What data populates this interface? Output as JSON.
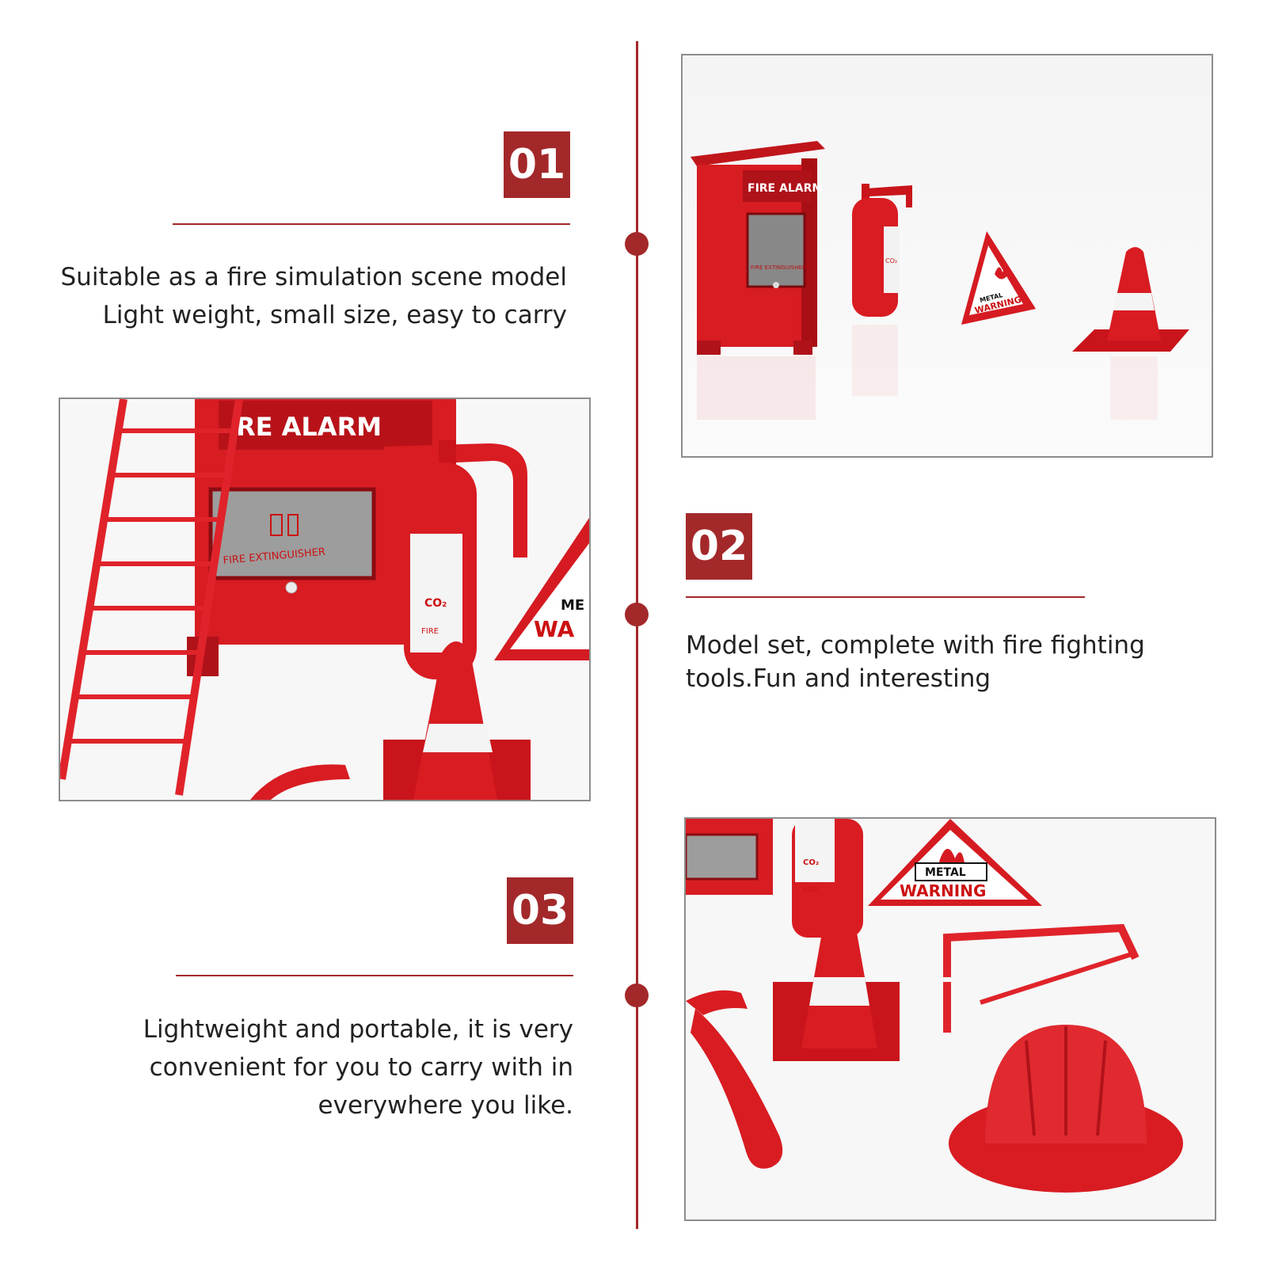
{
  "accent_color": "#a3282a",
  "sections": [
    {
      "number": "01",
      "lines": [
        "Suitable as a fire simulation scene model",
        "Light weight, small size, easy to carry"
      ]
    },
    {
      "number": "02",
      "lines": [
        "Model set, complete with fire fighting",
        "tools.Fun and interesting"
      ]
    },
    {
      "number": "03",
      "lines": [
        "Lightweight and portable, it is very",
        "convenient for you to carry with in",
        "everywhere you like."
      ]
    }
  ],
  "product_labels": {
    "fire_alarm": "FIRE ALARM",
    "fire_alarm_cropped": "RE ALARM",
    "fire_extinguisher": "FIRE EXTINGUISHER",
    "co2": "CO₂",
    "fire": "FIRE",
    "warning": "WARNING",
    "metal": "METAL",
    "warning_cropped": "WA",
    "metal_cropped": "ME"
  }
}
